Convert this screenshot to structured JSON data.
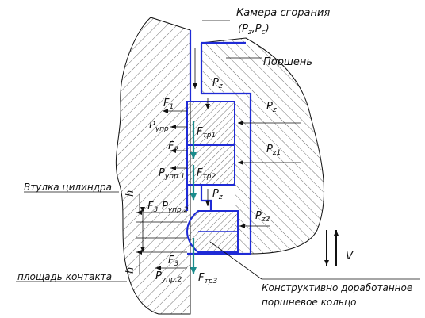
{
  "labels": {
    "combustion_chamber": "Камера сгорания",
    "pressures": "(P",
    "pz_sub": "z",
    "pc_sub": "c",
    "piston": "Поршень",
    "cylinder_liner": "Втулка цилиндра",
    "contact_area": "площадь контакта",
    "ring_title_1": "Конструктивно доработанное",
    "ring_title_2": "поршневое кольцо",
    "velocity": "V",
    "h": "h"
  },
  "forces": {
    "P": "P",
    "F": "F",
    "Pz": "z",
    "Pz1": "z1",
    "Pz2": "z2",
    "F1": "1",
    "F2": "2",
    "F3": "3",
    "Pupr": "упр",
    "Pupr1": "упр.1",
    "Pupr2": "упр.2",
    "Ftr1": "тр1",
    "Ftr2": "тр2",
    "Ftr3": "тр3"
  }
}
